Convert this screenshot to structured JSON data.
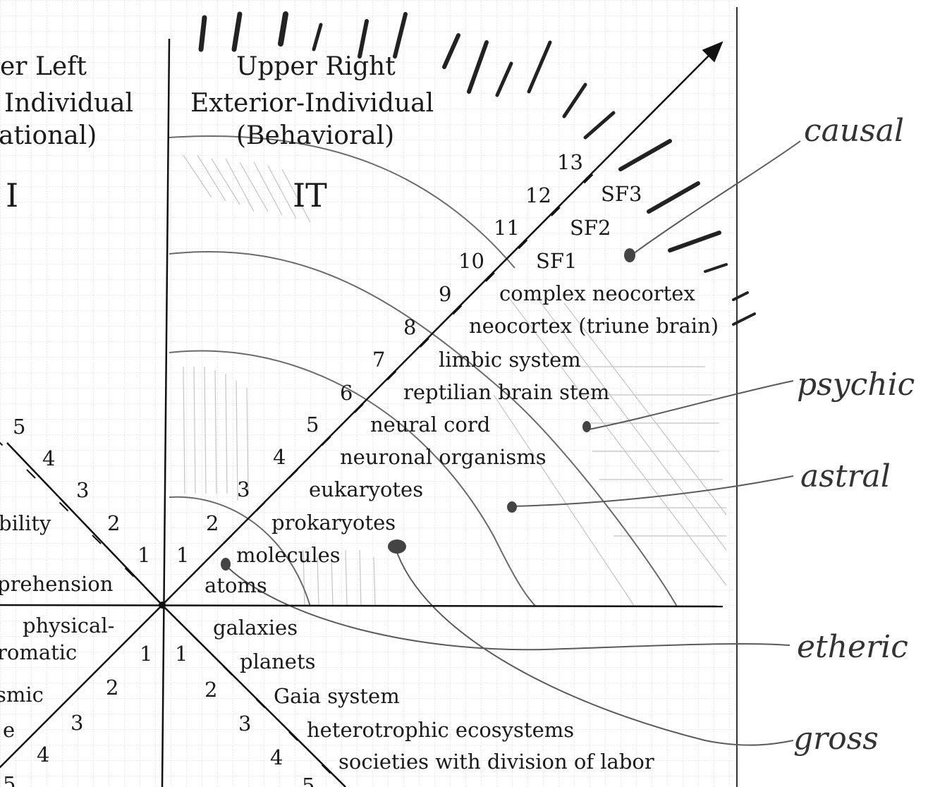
{
  "quadrants": {
    "upper_left": {
      "title": "er Left",
      "subtitle": "Individual",
      "paren": "ational)",
      "letter": "I"
    },
    "upper_right": {
      "title": "Upper Right",
      "subtitle": "Exterior-Individual",
      "paren": "(Behavioral)",
      "letter": "IT"
    }
  },
  "ur_axis": {
    "levels": [
      {
        "num": "1",
        "label": "atoms"
      },
      {
        "num": "2",
        "label": "molecules"
      },
      {
        "num": "3",
        "label": "prokaryotes"
      },
      {
        "num": "4",
        "label": "eukaryotes"
      },
      {
        "num": "5",
        "label": "neuronal organisms"
      },
      {
        "num": "6",
        "label": "neural cord"
      },
      {
        "num": "7",
        "label": "reptilian brain stem"
      },
      {
        "num": "8",
        "label": "limbic system"
      },
      {
        "num": "9",
        "label": "neocortex (triune brain)"
      },
      {
        "num": "10",
        "label": "complex neocortex"
      },
      {
        "num": "11",
        "label": "SF1"
      },
      {
        "num": "12",
        "label": "SF2"
      },
      {
        "num": "13",
        "label": "SF3"
      }
    ]
  },
  "lr_axis": {
    "levels": [
      {
        "num": "1",
        "label": "galaxies"
      },
      {
        "num": "2",
        "label": "planets"
      },
      {
        "num": "3",
        "label": "Gaia system"
      },
      {
        "num": "4",
        "label": "heterotrophic ecosystems"
      },
      {
        "num": "5",
        "label": "societies with division of labor"
      }
    ]
  },
  "ul_axis": {
    "nums": [
      "1",
      "2",
      "3",
      "4",
      "5"
    ],
    "labels": [
      "prehension",
      "bility"
    ]
  },
  "ll_axis": {
    "nums": [
      "1",
      "2",
      "3",
      "4",
      "5"
    ],
    "labels": [
      "physical-",
      "romatic",
      "smic",
      "e"
    ]
  },
  "annotations": [
    "causal",
    "psychic",
    "astral",
    "etheric",
    "gross"
  ]
}
